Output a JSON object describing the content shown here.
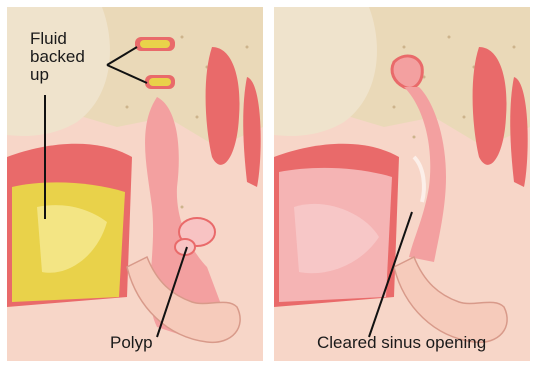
{
  "panels": {
    "before": {
      "labels": {
        "fluid": "Fluid\nbacked\nup",
        "polyp": "Polyp"
      }
    },
    "after": {
      "labels": {
        "cleared": "Cleared sinus opening"
      }
    }
  },
  "colors": {
    "bone": "#ead9b8",
    "skin": "#f5cfc0",
    "mucosa": "#e96a6a",
    "tissue": "#f3a0a0",
    "fluid": "#e9d24a",
    "leader": "#111111"
  }
}
